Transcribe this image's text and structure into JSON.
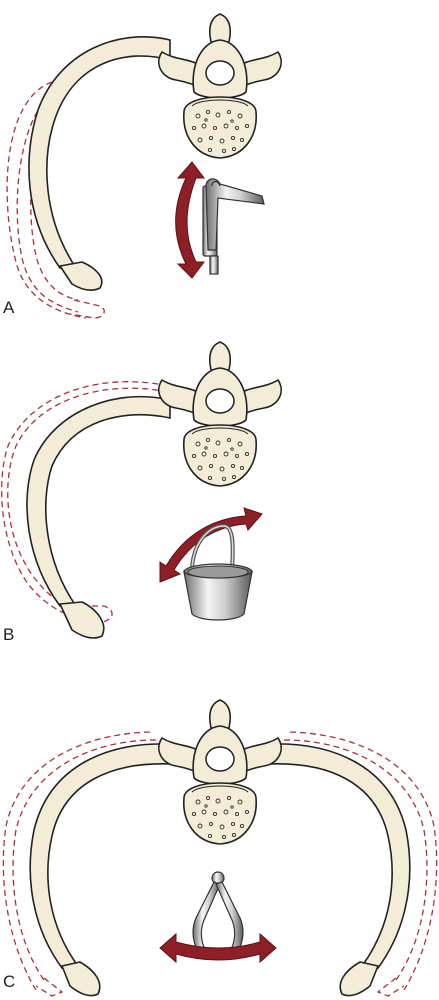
{
  "figure": {
    "panels": [
      {
        "label": "A",
        "analogy_icon": "pump-handle-icon"
      },
      {
        "label": "B",
        "analogy_icon": "bucket-handle-icon"
      },
      {
        "label": "C",
        "analogy_icon": "caliper-icon"
      }
    ],
    "colors": {
      "bone_fill": "#f3ecd6",
      "outline": "#222222",
      "dashed_displacement": "#a8323a",
      "motion_arrow": "#8e1f27"
    }
  }
}
